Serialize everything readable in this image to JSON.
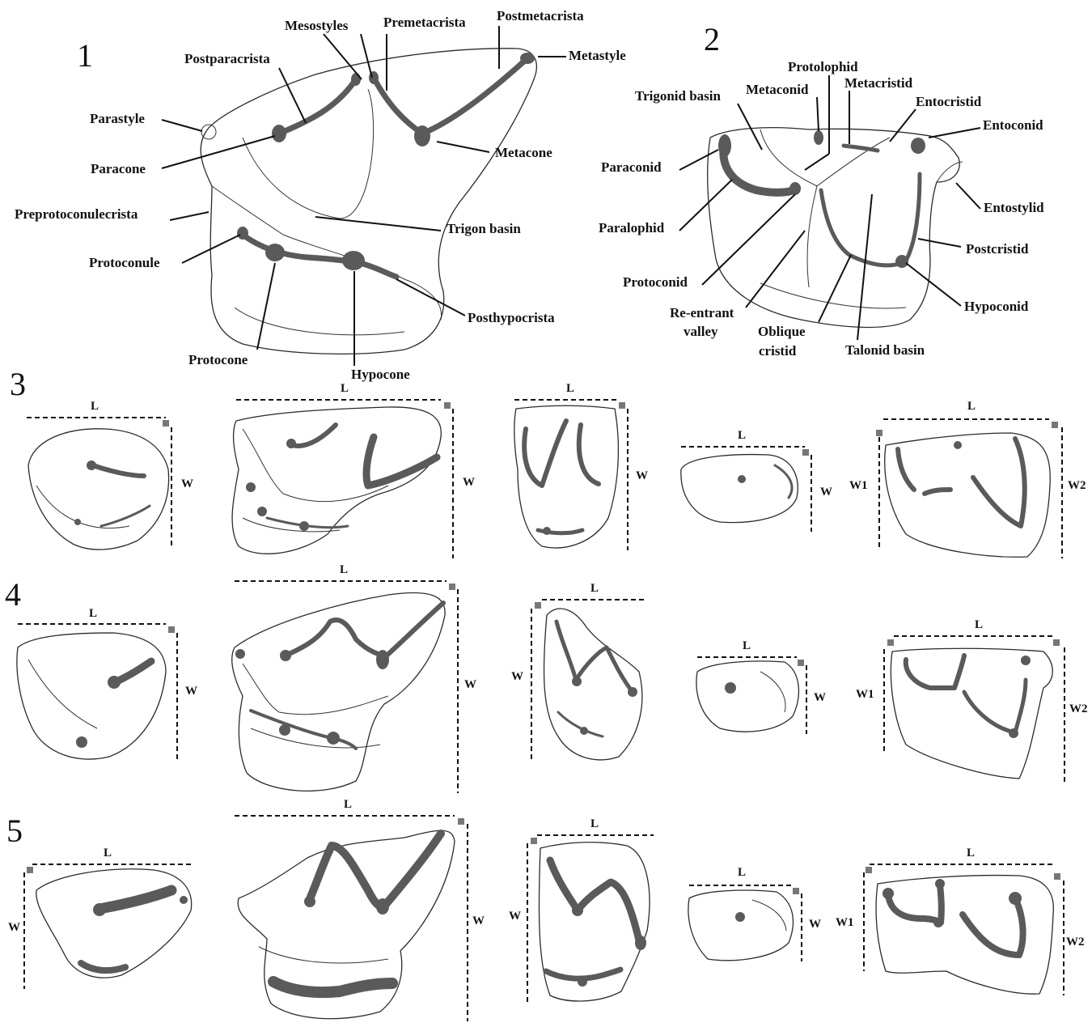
{
  "figure_numbers": [
    "1",
    "2",
    "3",
    "4",
    "5"
  ],
  "upper_molar_labels": {
    "mesostyles": "Mesostyles",
    "premetacrista": "Premetacrista",
    "postmetacrista": "Postmetacrista",
    "metastyle": "Metastyle",
    "postparacrista": "Postparacrista",
    "parastyle": "Parastyle",
    "paracone": "Paracone",
    "metacone": "Metacone",
    "preprotoconulecrista": "Preprotoconulecrista",
    "trigon_basin": "Trigon basin",
    "protoconule": "Protoconule",
    "posthypocrista": "Posthypocrista",
    "protocone": "Protocone",
    "hypocone": "Hypocone"
  },
  "lower_molar_labels": {
    "protolophid": "Protolophid",
    "metaconid": "Metaconid",
    "metacristid": "Metacristid",
    "trigonid_basin": "Trigonid basin",
    "entocristid": "Entocristid",
    "entoconid": "Entoconid",
    "paraconid": "Paraconid",
    "entostylid": "Entostylid",
    "paralophid": "Paralophid",
    "postcristid": "Postcristid",
    "protoconid": "Protoconid",
    "hypoconid": "Hypoconid",
    "reentrant_valley_line1": "Re-entrant",
    "reentrant_valley_line2": "valley",
    "oblique_cristid_line1": "Oblique",
    "oblique_cristid_line2": "cristid",
    "talonid_basin": "Talonid basin"
  },
  "measure_labels": {
    "length": "L",
    "width": "W",
    "width1": "W1",
    "width2": "W2"
  },
  "colors": {
    "crest_fill": "#5a5a5a",
    "outline": "#2b2b2b",
    "corner_marker": "#777777"
  }
}
